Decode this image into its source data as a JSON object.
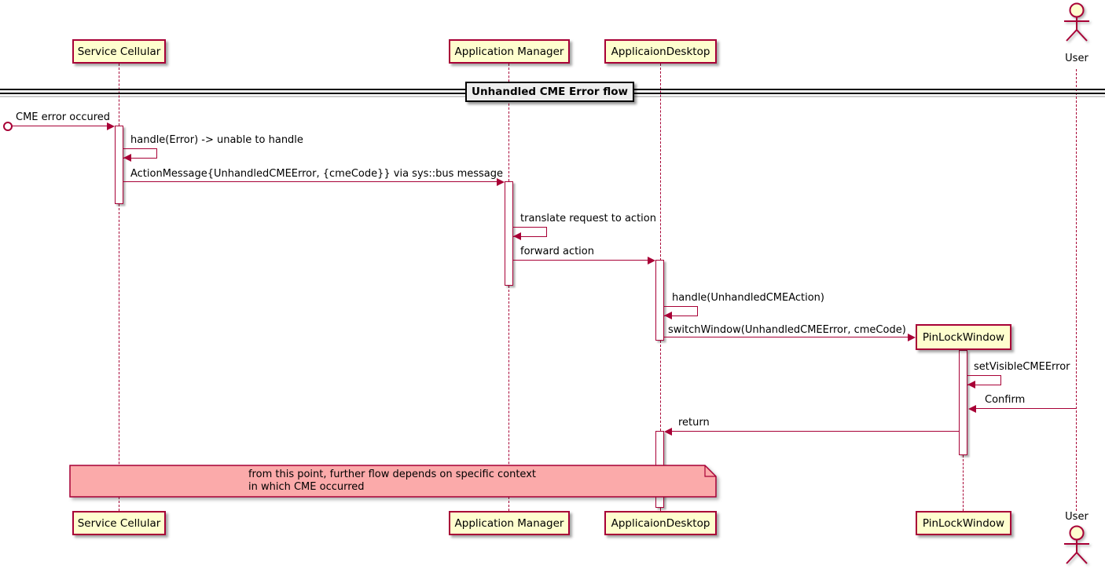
{
  "diagram_type": "sequence-diagram",
  "title": "Unhandled CME Error flow",
  "participants": [
    {
      "id": "service-cellular",
      "name": "Service Cellular",
      "type": "participant"
    },
    {
      "id": "application-manager",
      "name": "Application Manager",
      "type": "participant"
    },
    {
      "id": "applicaion-desktop",
      "name": "ApplicaionDesktop",
      "type": "participant"
    },
    {
      "id": "pinlockwindow",
      "name": "PinLockWindow",
      "type": "participant-created-midflow"
    },
    {
      "id": "user",
      "name": "User",
      "type": "actor"
    }
  ],
  "messages": [
    {
      "label": "CME error occured",
      "kind": "found",
      "from": "external",
      "to": "Service Cellular"
    },
    {
      "label": "handle(Error) -> unable to handle",
      "kind": "self",
      "on": "Service Cellular"
    },
    {
      "label": "ActionMessage{UnhandledCMEError, {cmeCode}} via sys::bus message",
      "kind": "message",
      "from": "Service Cellular",
      "to": "Application Manager"
    },
    {
      "label": "translate request to action",
      "kind": "self",
      "on": "Application Manager"
    },
    {
      "label": "forward action",
      "kind": "message",
      "from": "Application Manager",
      "to": "ApplicaionDesktop"
    },
    {
      "label": "handle(UnhandledCMEAction)",
      "kind": "self",
      "on": "ApplicaionDesktop"
    },
    {
      "label": "switchWindow(UnhandledCMEError, cmeCode)",
      "kind": "create",
      "from": "ApplicaionDesktop",
      "to": "PinLockWindow"
    },
    {
      "label": "setVisibleCMEError",
      "kind": "self",
      "on": "PinLockWindow"
    },
    {
      "label": "Confirm",
      "kind": "message",
      "from": "User",
      "to": "PinLockWindow"
    },
    {
      "label": "return",
      "kind": "message",
      "from": "PinLockWindow",
      "to": "ApplicaionDesktop"
    }
  ],
  "note": {
    "line1": "from this point, further flow depends on specific context",
    "line2": "in which CME occurred"
  },
  "colors": {
    "accent": "#A80036",
    "participant_fill": "#FEFECE",
    "note_fill": "#FBAAAA",
    "divider_fill": "#EEEEEE",
    "text": "#000000"
  }
}
